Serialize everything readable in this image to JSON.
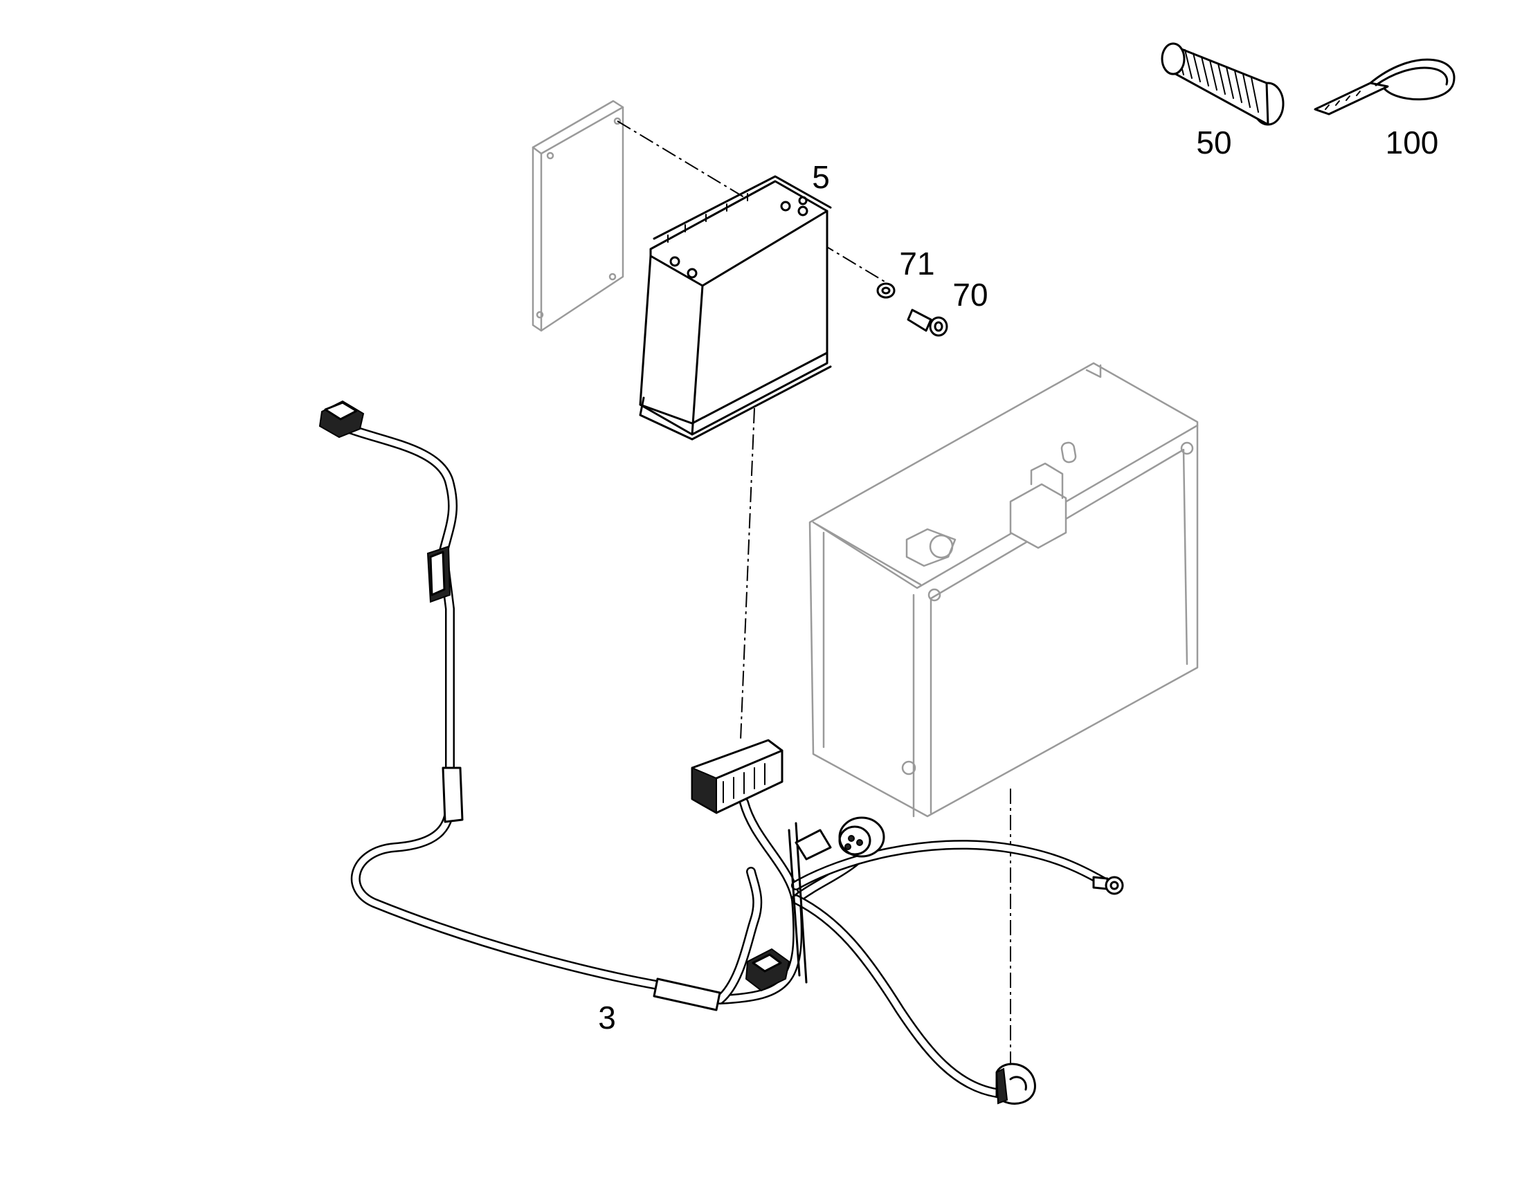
{
  "diagram": {
    "callouts": {
      "wiring_harness": "3",
      "control_unit": "5",
      "corrugated_tube": "50",
      "washer": "71",
      "screw": "70",
      "cable_tie": "100"
    }
  }
}
